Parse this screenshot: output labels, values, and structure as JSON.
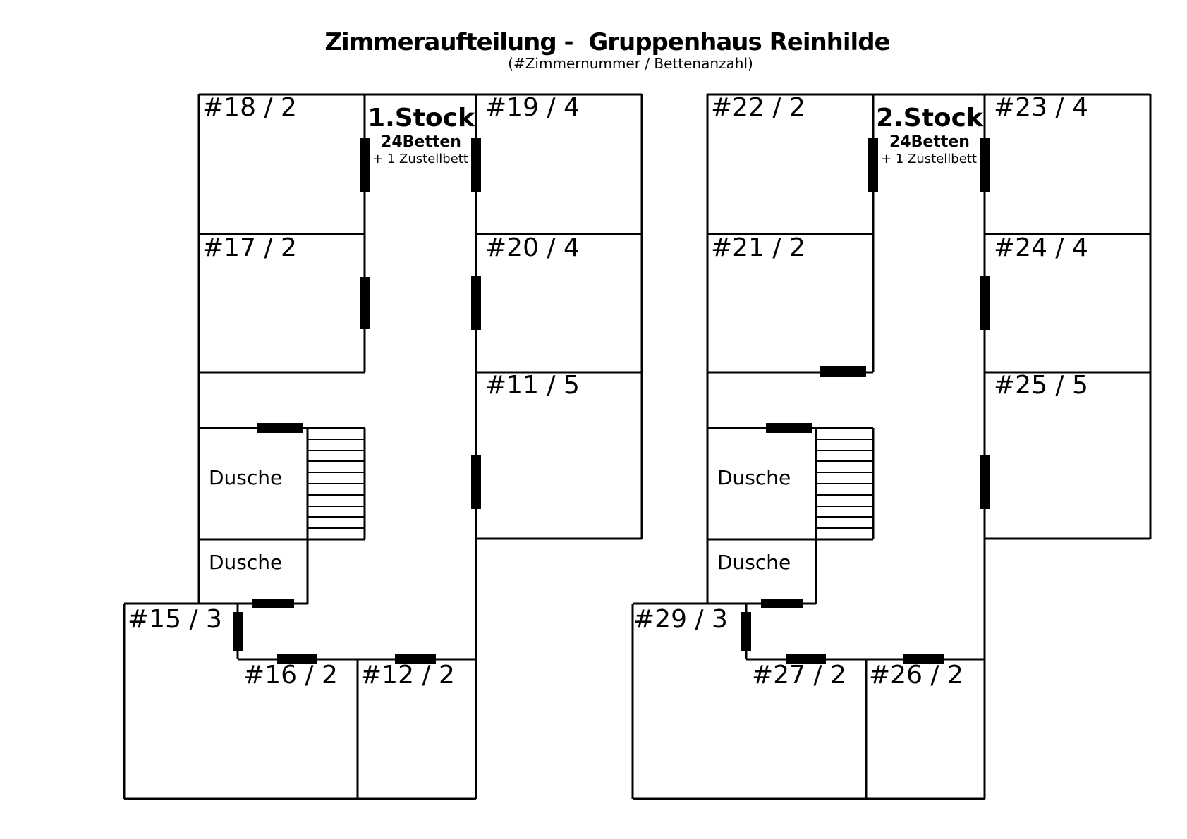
{
  "title": "Zimmeraufteilung -  Gruppenhaus Reinhilde",
  "subtitle": "(#Zimmernummer / Bettenanzahl)",
  "colors": {
    "background": "#ffffff",
    "wall": "#000000",
    "door": "#000000"
  },
  "floors": [
    {
      "name": "1.Stock",
      "beds": "24Betten",
      "extra_bed": "+ 1 Zustellbett",
      "shower_upper": "Dusche",
      "shower_lower": "Dusche",
      "rooms": {
        "r18": "#18 / 2",
        "r17": "#17 / 2",
        "r19": "#19 / 4",
        "r20": "#20 / 4",
        "r11": "#11 / 5",
        "r15": "#15 / 3",
        "r16": "#16 / 2",
        "r12": "#12 / 2"
      }
    },
    {
      "name": "2.Stock",
      "beds": "24Betten",
      "extra_bed": "+ 1 Zustellbett",
      "shower_upper": "Dusche",
      "shower_lower": "Dusche",
      "rooms": {
        "r22": "#22 / 2",
        "r21": "#21 / 2",
        "r23": "#23 / 4",
        "r24": "#24 / 4",
        "r25": "#25 / 5",
        "r29": "#29 / 3",
        "r27": "#27 / 2",
        "r26": "#26 / 2"
      }
    }
  ]
}
